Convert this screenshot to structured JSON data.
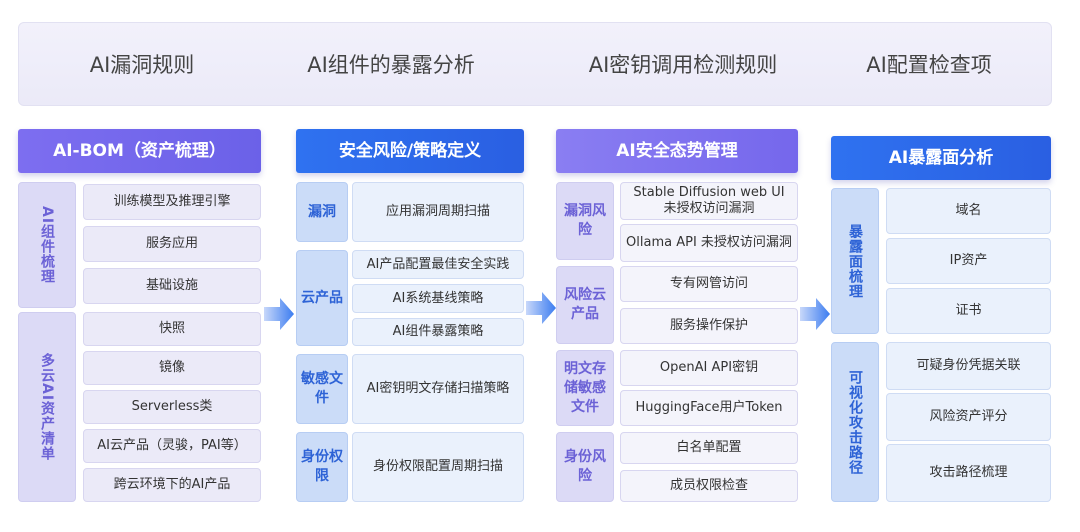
{
  "top_bar": {
    "items": [
      "AI漏洞规则",
      "AI组件的暴露分析",
      "AI密钥调用检测规则",
      "AI配置检查项"
    ]
  },
  "columns": [
    {
      "title": "AI-BOM（资产梳理）",
      "groups": [
        {
          "label": "AI组件梳理",
          "items": [
            "训练模型及推理引擎",
            "服务应用",
            "基础设施"
          ]
        },
        {
          "label": "多云AI资产清单",
          "items": [
            "快照",
            "镜像",
            "Serverless类",
            "AI云产品（灵骏，PAI等）",
            "跨云环境下的AI产品"
          ]
        }
      ]
    },
    {
      "title": "安全风险/策略定义",
      "groups": [
        {
          "label": "漏洞",
          "items": [
            "应用漏洞周期扫描"
          ]
        },
        {
          "label": "云产品",
          "items": [
            "AI产品配置最佳安全实践",
            "AI系统基线策略",
            "AI组件暴露策略"
          ]
        },
        {
          "label": "敏感文件",
          "items": [
            "AI密钥明文存储扫描策略"
          ]
        },
        {
          "label": "身份权限",
          "items": [
            "身份权限配置周期扫描"
          ]
        }
      ]
    },
    {
      "title": "AI安全态势管理",
      "groups": [
        {
          "label": "漏洞风险",
          "items": [
            "Stable Diffusion web UI 未授权访问漏洞",
            "Ollama API 未授权访问漏洞"
          ]
        },
        {
          "label": "风险云产品",
          "items": [
            "专有网管访问",
            "服务操作保护"
          ]
        },
        {
          "label": "明文存储敏感文件",
          "items": [
            "OpenAI API密钥",
            "HuggingFace用户Token"
          ]
        },
        {
          "label": "身份风险",
          "items": [
            "白名单配置",
            "成员权限检查"
          ]
        }
      ]
    },
    {
      "title": "AI暴露面分析",
      "groups": [
        {
          "label": "暴露面梳理",
          "items": [
            "域名",
            "IP资产",
            "证书"
          ]
        },
        {
          "label": "可视化攻击路径",
          "items": [
            "可疑身份凭据关联",
            "风险资产评分",
            "攻击路径梳理"
          ]
        }
      ]
    }
  ]
}
